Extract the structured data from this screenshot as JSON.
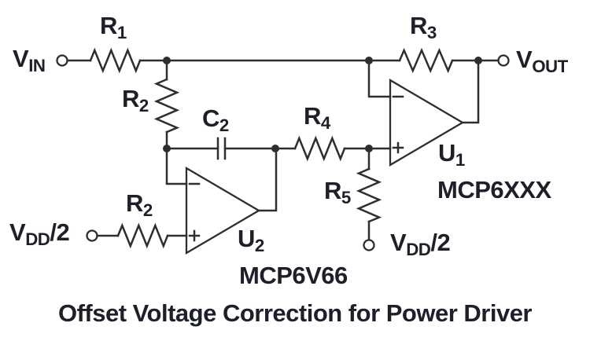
{
  "figure": {
    "caption": "Offset Voltage Correction for Power Driver"
  },
  "colors": {
    "line": "#2e2e2e",
    "label": "#1d2029",
    "background": "#ffffff"
  },
  "labels": {
    "vin": {
      "main": "V",
      "sub": "IN"
    },
    "r1": {
      "main": "R",
      "sub": "1"
    },
    "r3": {
      "main": "R",
      "sub": "3"
    },
    "vout": {
      "main": "V",
      "sub": "OUT"
    },
    "r2_top": {
      "main": "R",
      "sub": "2"
    },
    "c2": {
      "main": "C",
      "sub": "2"
    },
    "r4": {
      "main": "R",
      "sub": "4"
    },
    "r5": {
      "main": "R",
      "sub": "5"
    },
    "u1": {
      "main": "U",
      "sub": "1"
    },
    "u1_part": "MCP6XXX",
    "r2_bottom": {
      "main": "R",
      "sub": "2"
    },
    "u2": {
      "main": "U",
      "sub": "2"
    },
    "u2_part": "MCP6V66",
    "vdd2_left": {
      "main": "V",
      "sub": "DD",
      "suffix": "/2"
    },
    "vdd2_right": {
      "main": "V",
      "sub": "DD",
      "suffix": "/2"
    }
  }
}
